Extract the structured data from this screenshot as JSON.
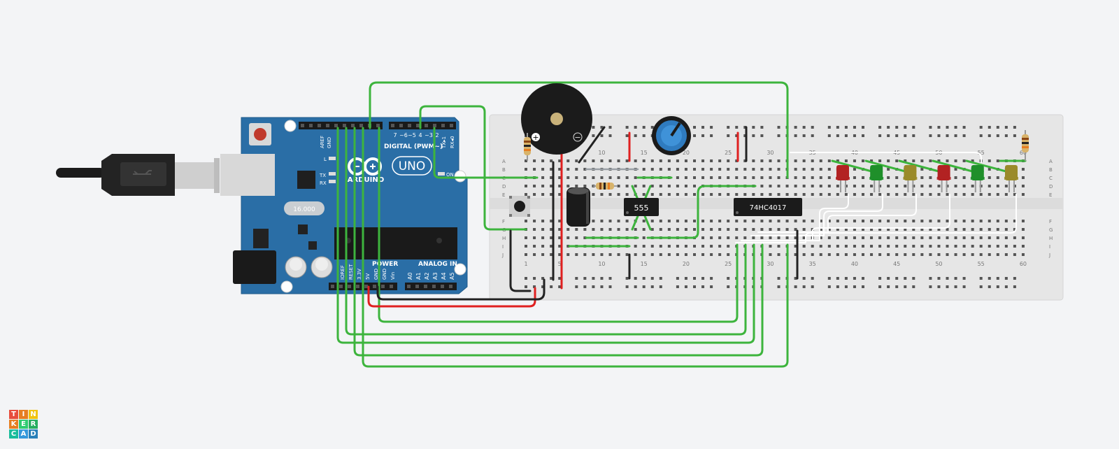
{
  "app": {
    "name": "Tinkercad"
  },
  "logo": {
    "letters": [
      "T",
      "I",
      "N",
      "K",
      "E",
      "R",
      "C",
      "A",
      "D"
    ],
    "colors": [
      "#e74c3c",
      "#e67e22",
      "#f1c40f",
      "#e67e22",
      "#2ecc71",
      "#27ae60",
      "#1abc9c",
      "#3498db",
      "#2980b9"
    ]
  },
  "arduino": {
    "brand": "ARDUINO",
    "model": "UNO",
    "digital_label": "DIGITAL (PWM~)",
    "power_label": "POWER",
    "analog_label": "ANALOG IN",
    "on_label": "ON",
    "tx_label": "TX",
    "rx_label": "RX",
    "l_label": "L",
    "aref_label": "AREF",
    "gnd_label": "GND",
    "txrx_pins": [
      "TX▸1",
      "RX◂0"
    ],
    "digital_pins": [
      "7",
      "~6",
      "~5",
      "4",
      "~3",
      "2"
    ],
    "power_pins": [
      "IOREF",
      "RESET",
      "3.3V",
      "5V",
      "GND",
      "GND",
      "Vin"
    ],
    "analog_pins": [
      "A0",
      "A1",
      "A2",
      "A3",
      "A4",
      "A5"
    ],
    "crystal_text": "16.000"
  },
  "breadboard": {
    "row_letters_top": [
      "A",
      "B",
      "C",
      "D",
      "E"
    ],
    "row_letters_bottom": [
      "F",
      "G",
      "H",
      "I",
      "J"
    ],
    "col_numbers": [
      "1",
      "5",
      "10",
      "15",
      "20",
      "25",
      "30",
      "35",
      "40",
      "45",
      "50",
      "55",
      "60"
    ]
  },
  "components": {
    "timer_chip": "555",
    "counter_chip": "74HC4017",
    "buzzer_plus": "+",
    "buzzer_minus": "−"
  },
  "colors": {
    "wire_green": "#3db43d",
    "wire_red": "#e02020",
    "wire_black": "#222222",
    "wire_white": "#ffffff",
    "arduino_blue": "#2a6ea6",
    "breadboard": "#e6e6e6",
    "led_red": "#b22222",
    "led_green": "#1f8f2a",
    "led_yellow": "#9a8a2a"
  },
  "leds": [
    "red",
    "green",
    "yellow",
    "red",
    "green",
    "yellow"
  ]
}
